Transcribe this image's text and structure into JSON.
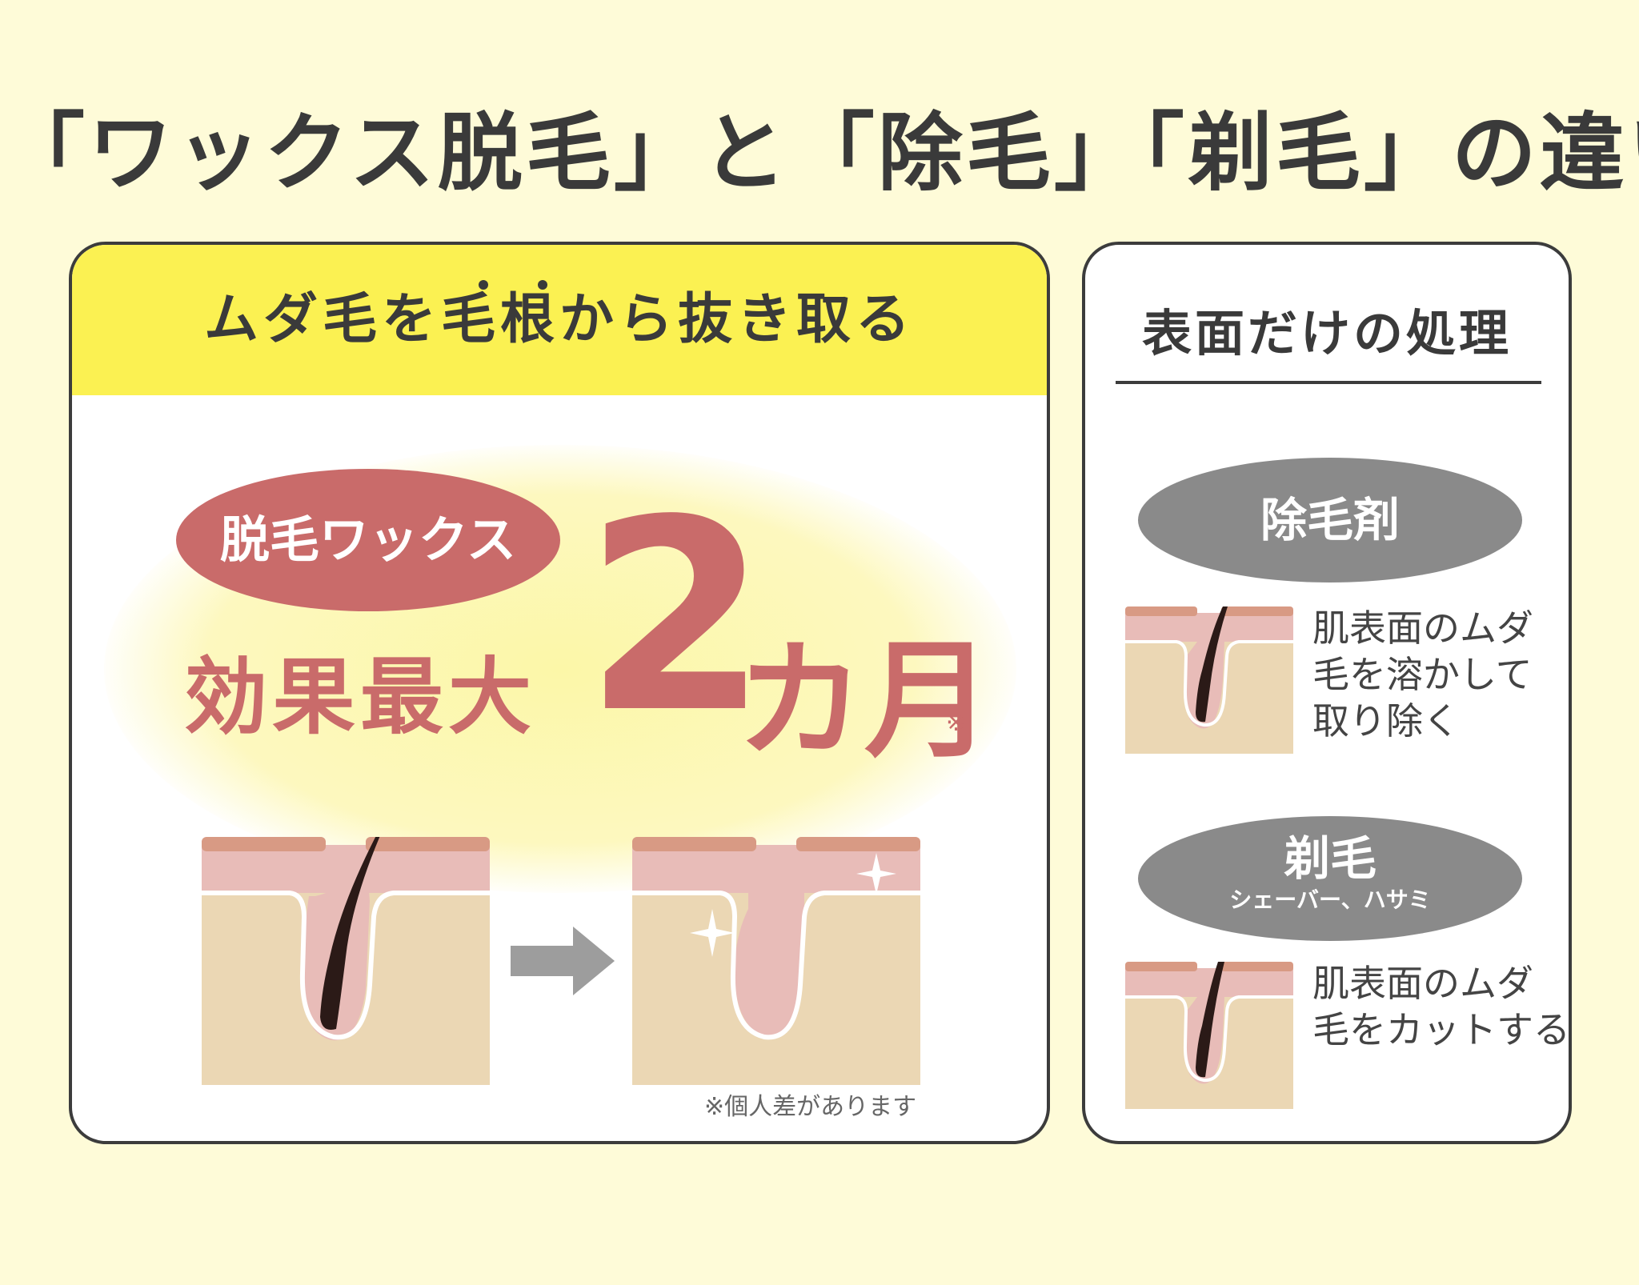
{
  "title": "「ワックス脱毛」と「除毛」「剃毛」の違い",
  "left_panel": {
    "header": "ムダ毛を毛根から抜き取る",
    "product_label": "脱毛ワックス",
    "effect_label": "効果最大",
    "effect_number": "2",
    "effect_unit": "カ月",
    "effect_mark": "※",
    "footnote": "※個人差があります"
  },
  "right_panel": {
    "header": "表面だけの処理",
    "methods": [
      {
        "label": "除毛剤",
        "desc_lines": [
          "肌表面のムダ",
          "毛を溶かして",
          "取り除く"
        ]
      },
      {
        "label": "剃毛",
        "sublabel": "シェーバー、ハサミ",
        "desc_lines": [
          "肌表面のムダ",
          "毛をカットする"
        ]
      }
    ]
  },
  "colors": {
    "background": "#fefbd8",
    "header_yellow": "#fbf152",
    "accent_red": "#c96b6a",
    "pill_gray": "#8a8a8a",
    "skin_top": "#d89a84",
    "skin_pink": "#e8bcb8",
    "skin_base": "#ebd7b4",
    "hair": "#2b1a17"
  }
}
